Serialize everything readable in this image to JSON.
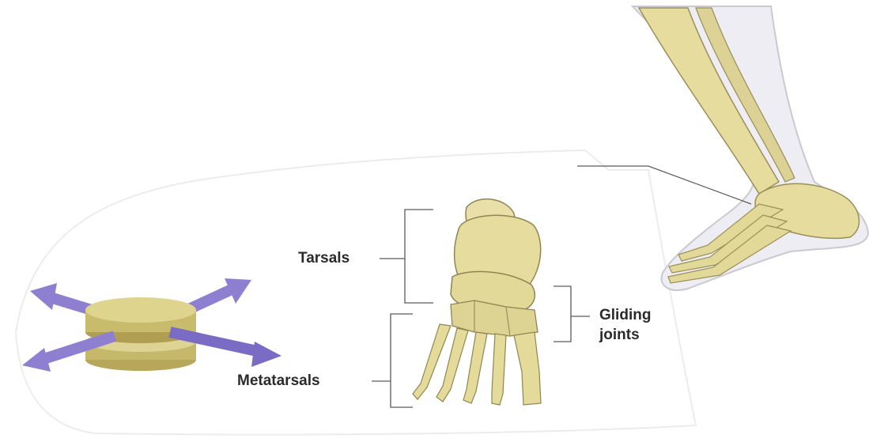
{
  "labels": {
    "tarsals": "Tarsals",
    "metatarsals": "Metatarsals",
    "gliding_line1": "Gliding",
    "gliding_line2": "joints"
  },
  "colors": {
    "bone": "#e7dfa6",
    "bone_shadow": "#c8bd7a",
    "bone_outline": "#8f8553",
    "arrow": "#8e7fd1",
    "arrow_dark": "#6c5cb8",
    "disc_top": "#d9cf8a",
    "disc_side": "#b7a75a",
    "leg_skin": "#ececf2",
    "leader": "#5a5a5a"
  },
  "icons": {
    "joint_model": "gliding-joint-disc-icon",
    "movement_arrows": "movement-arrows-icon",
    "foot_skeleton": "foot-bones-illustration",
    "leg_outline": "leg-and-foot-illustration"
  }
}
